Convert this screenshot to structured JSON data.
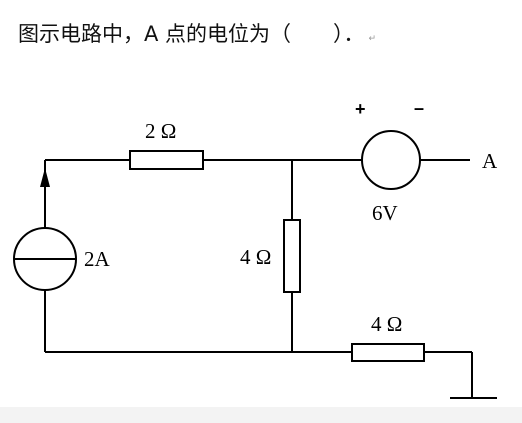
{
  "question": {
    "text": "图示电路中，A 点的电位为（　　）．",
    "return_mark": "↵"
  },
  "circuit": {
    "resistor_top": "2 Ω",
    "resistor_middle": "4 Ω",
    "resistor_bottom": "4 Ω",
    "current_source": "2A",
    "voltage_source": "6V",
    "plus_sign": "+",
    "minus_sign": "–",
    "node_a": "A"
  }
}
